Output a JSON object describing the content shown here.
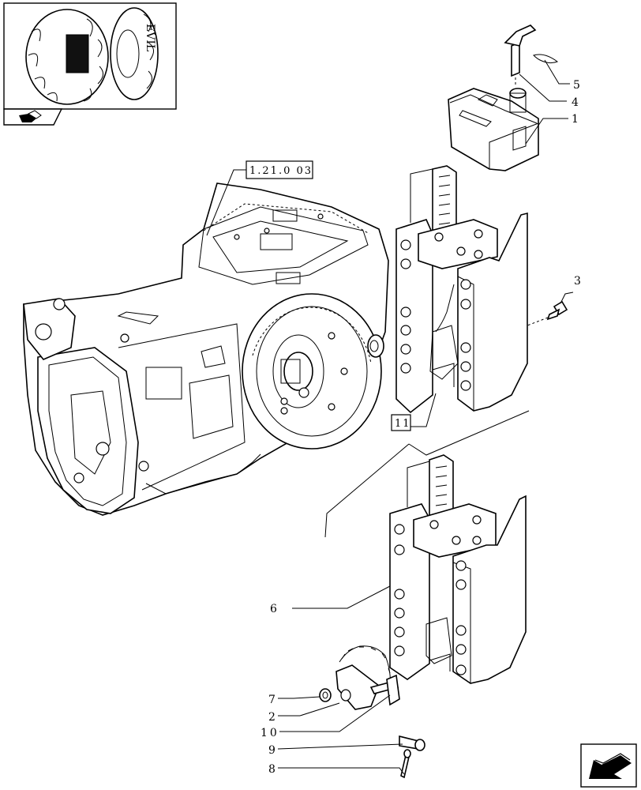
{
  "reference_codes": {
    "transmission_ref": "1.21.0 03",
    "assembly_ref": "11"
  },
  "callouts": {
    "c1": "1",
    "c2": "2",
    "c3": "3",
    "c4": "4",
    "c5": "5",
    "c6": "6",
    "c7": "7",
    "c8": "8",
    "c9": "9",
    "c10": "10"
  },
  "icons": {
    "thumbnail": "tractor-rear-wheel-thumbnail",
    "view_marker": "folder-arrow-icon",
    "nav_arrow": "prev-page-arrow-icon"
  }
}
